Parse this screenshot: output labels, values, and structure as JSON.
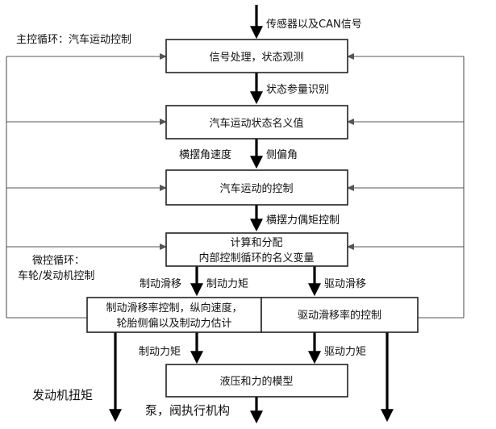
{
  "diagram": {
    "top_input_label": "传感器以及CAN信号",
    "main_loop_label": "主控循环：汽车运动控制",
    "micro_loop_label": [
      "微控循环：",
      "车轮/发动机控制"
    ],
    "boxes": {
      "signal_processing": "信号处理，状态观测",
      "nominal_values": "汽车运动状态名义值",
      "motion_control": "汽车运动的控制",
      "compute_distribute": [
        "计算和分配",
        "内部控制循环的名义变量"
      ],
      "brake_slip_control": [
        "制动滑移率控制，纵向速度，",
        "轮胎侧偏以及制动力估计"
      ],
      "drive_slip_control": "驱动滑移率的控制",
      "hydraulic_model": "液压和力的模型"
    },
    "arrow_labels": {
      "state_param_id": "状态参量识别",
      "yaw_rate": "横摆角速度",
      "sideslip_angle": "侧偏角",
      "yaw_moment_control": "横摆力偶矩控制",
      "brake_slip": "制动滑移",
      "brake_force_top": "制动力矩",
      "drive_slip": "驱动滑移",
      "brake_force_bottom": "制动力矩",
      "drive_torque": "驱动力矩"
    },
    "outputs": {
      "engine_torque": "发动机扭矩",
      "pump_valve_actuators": "泵，阀执行机构"
    }
  }
}
